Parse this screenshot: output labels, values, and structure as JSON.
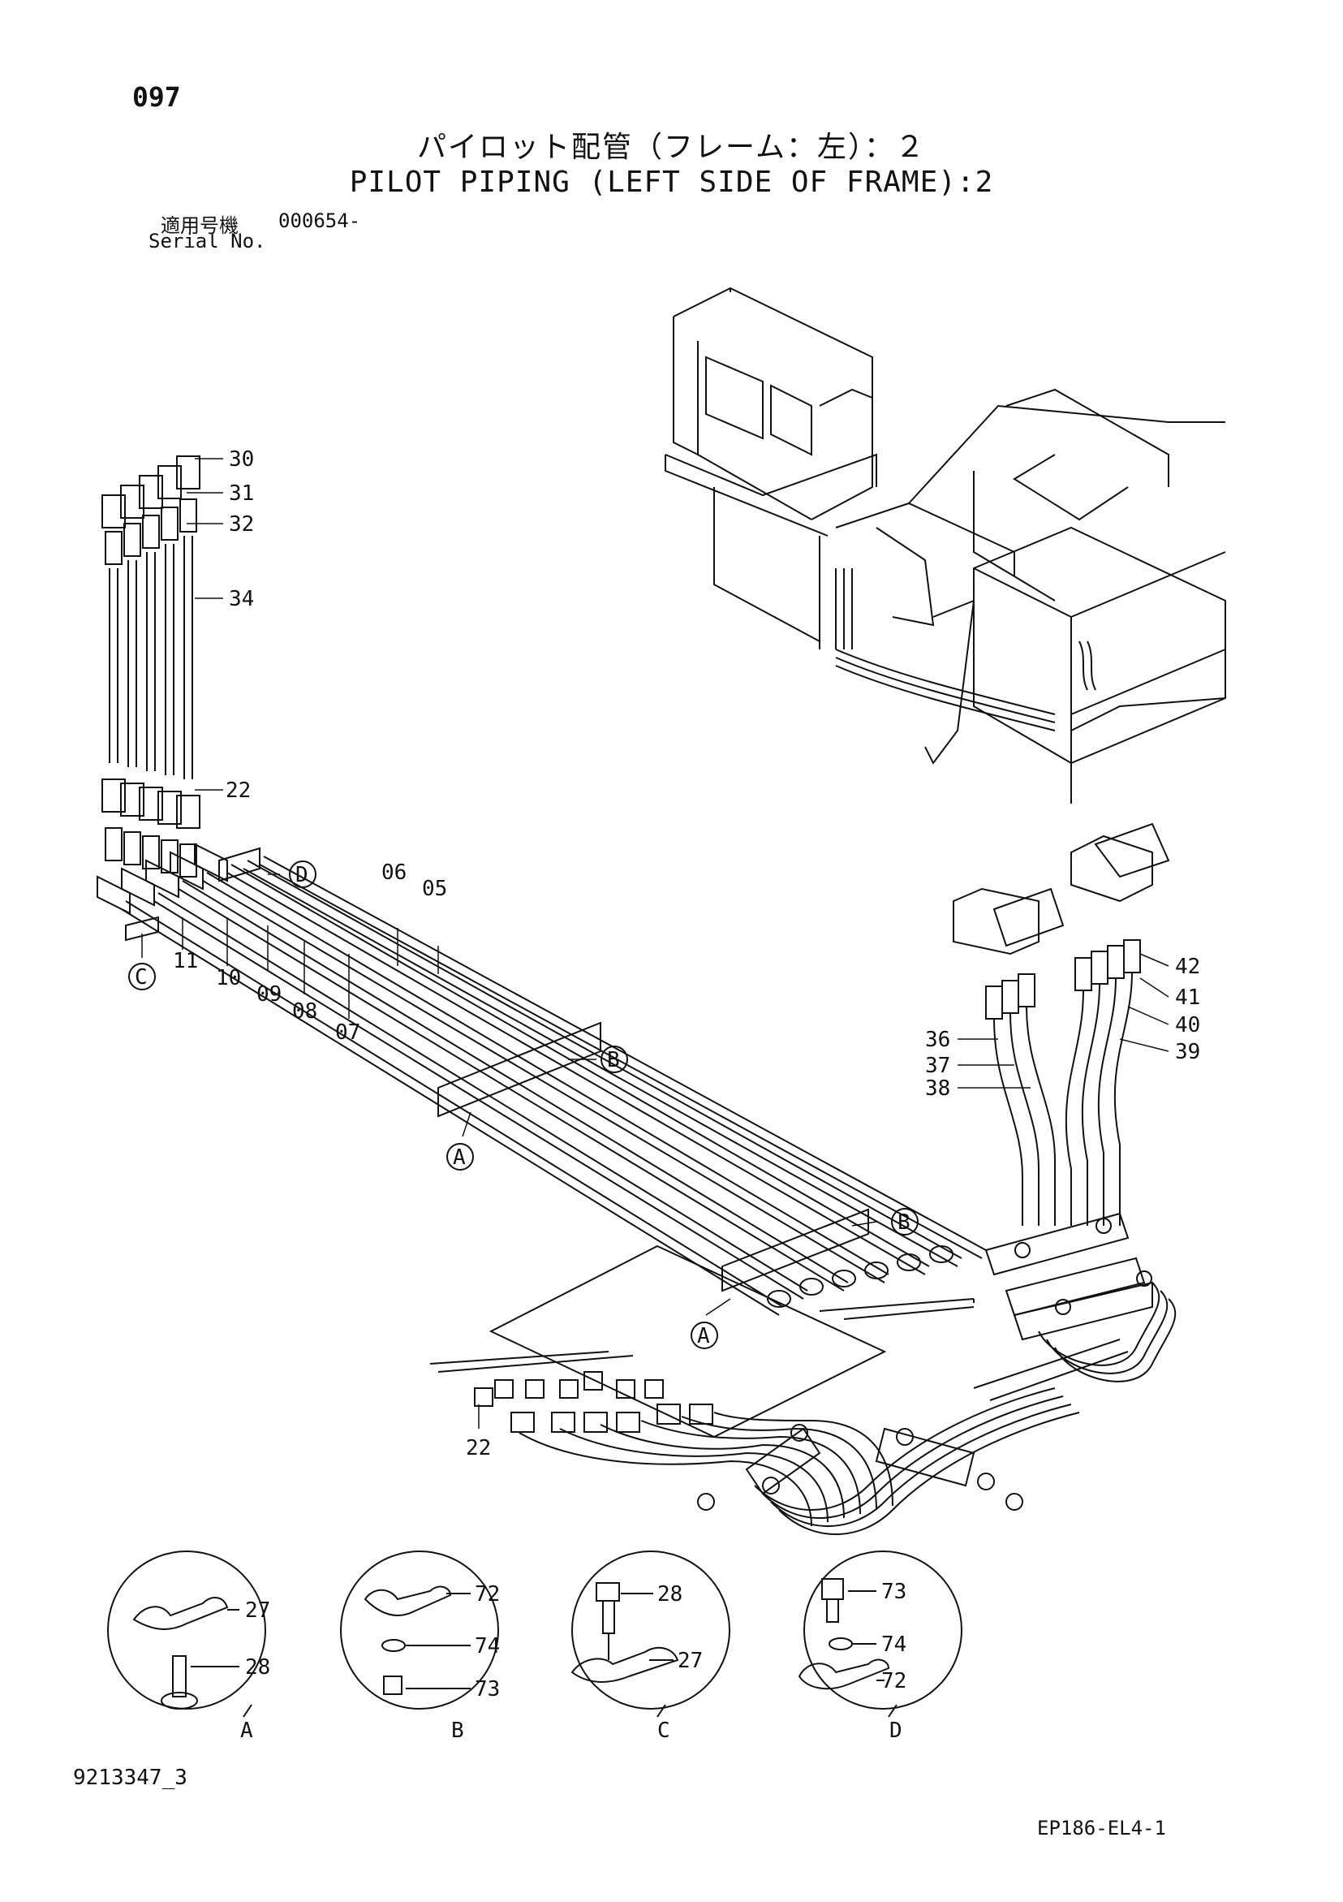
{
  "header": {
    "page_number": "097",
    "title_jp": "パイロット配管（フレーム：左）：２",
    "title_en": "PILOT PIPING (LEFT SIDE OF FRAME):2"
  },
  "serial": {
    "label_jp": "適用号機",
    "value": "000654-",
    "label_en": "Serial No."
  },
  "callouts": {
    "c30": "30",
    "c31": "31",
    "c32": "32",
    "c34": "34",
    "c22a": "22",
    "c06": "06",
    "c05": "05",
    "c11": "11",
    "c10": "10",
    "c09": "09",
    "c08": "08",
    "c07": "07",
    "c42": "42",
    "c41": "41",
    "c40": "40",
    "c39": "39",
    "c36": "36",
    "c37": "37",
    "c38": "38",
    "c22b": "22"
  },
  "refs": {
    "A": "A",
    "B": "B",
    "C": "C",
    "D": "D"
  },
  "details": {
    "A": {
      "label": "A",
      "parts": [
        "27",
        "28"
      ]
    },
    "B": {
      "label": "B",
      "parts": [
        "72",
        "74",
        "73"
      ]
    },
    "C": {
      "label": "C",
      "parts": [
        "28",
        "27"
      ]
    },
    "D": {
      "label": "D",
      "parts": [
        "73",
        "74",
        "72"
      ]
    }
  },
  "footer": {
    "doc_number": "9213347_3",
    "drawing_code": "EP186-EL4-1"
  }
}
